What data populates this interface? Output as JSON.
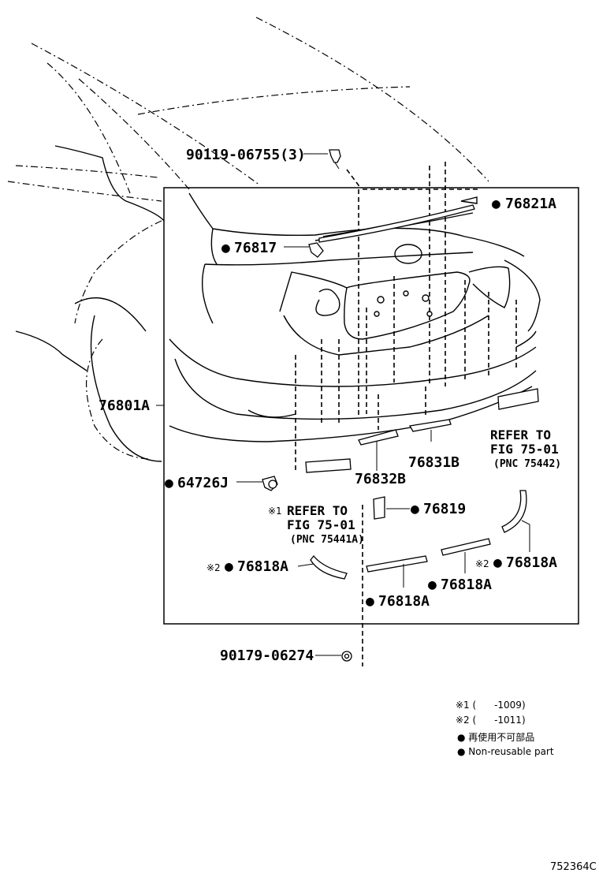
{
  "parts": {
    "screw_top": "90119-06755(3)",
    "molding_top": "76821A",
    "lamp_bracket": "76817",
    "bumper_cover": "76801A",
    "clip": "64726J",
    "reflector_plate_r": "76831B",
    "reflector_plate_l": "76832B",
    "bracket": "76819",
    "molding_left": "76818A",
    "molding_right": "76818A",
    "molding_mid_r": "76818A",
    "molding_mid_l": "76818A",
    "nut": "90179-06274"
  },
  "markers": {
    "dot": "●",
    "note1": "※1",
    "note2": "※2"
  },
  "refer_right": {
    "line1": "REFER TO",
    "line2": "FIG 75-01",
    "line3": "(PNC 75442)"
  },
  "refer_left": {
    "line1": "REFER TO",
    "line2": "FIG 75-01",
    "line3": "(PNC 75441A)"
  },
  "notes": {
    "n1": "※1 (      -1009)",
    "n2": "※2 (      -1011)",
    "n3": "● 再使用不可部品",
    "n4": "● Non-reusable part"
  },
  "figure_code": "752364C"
}
